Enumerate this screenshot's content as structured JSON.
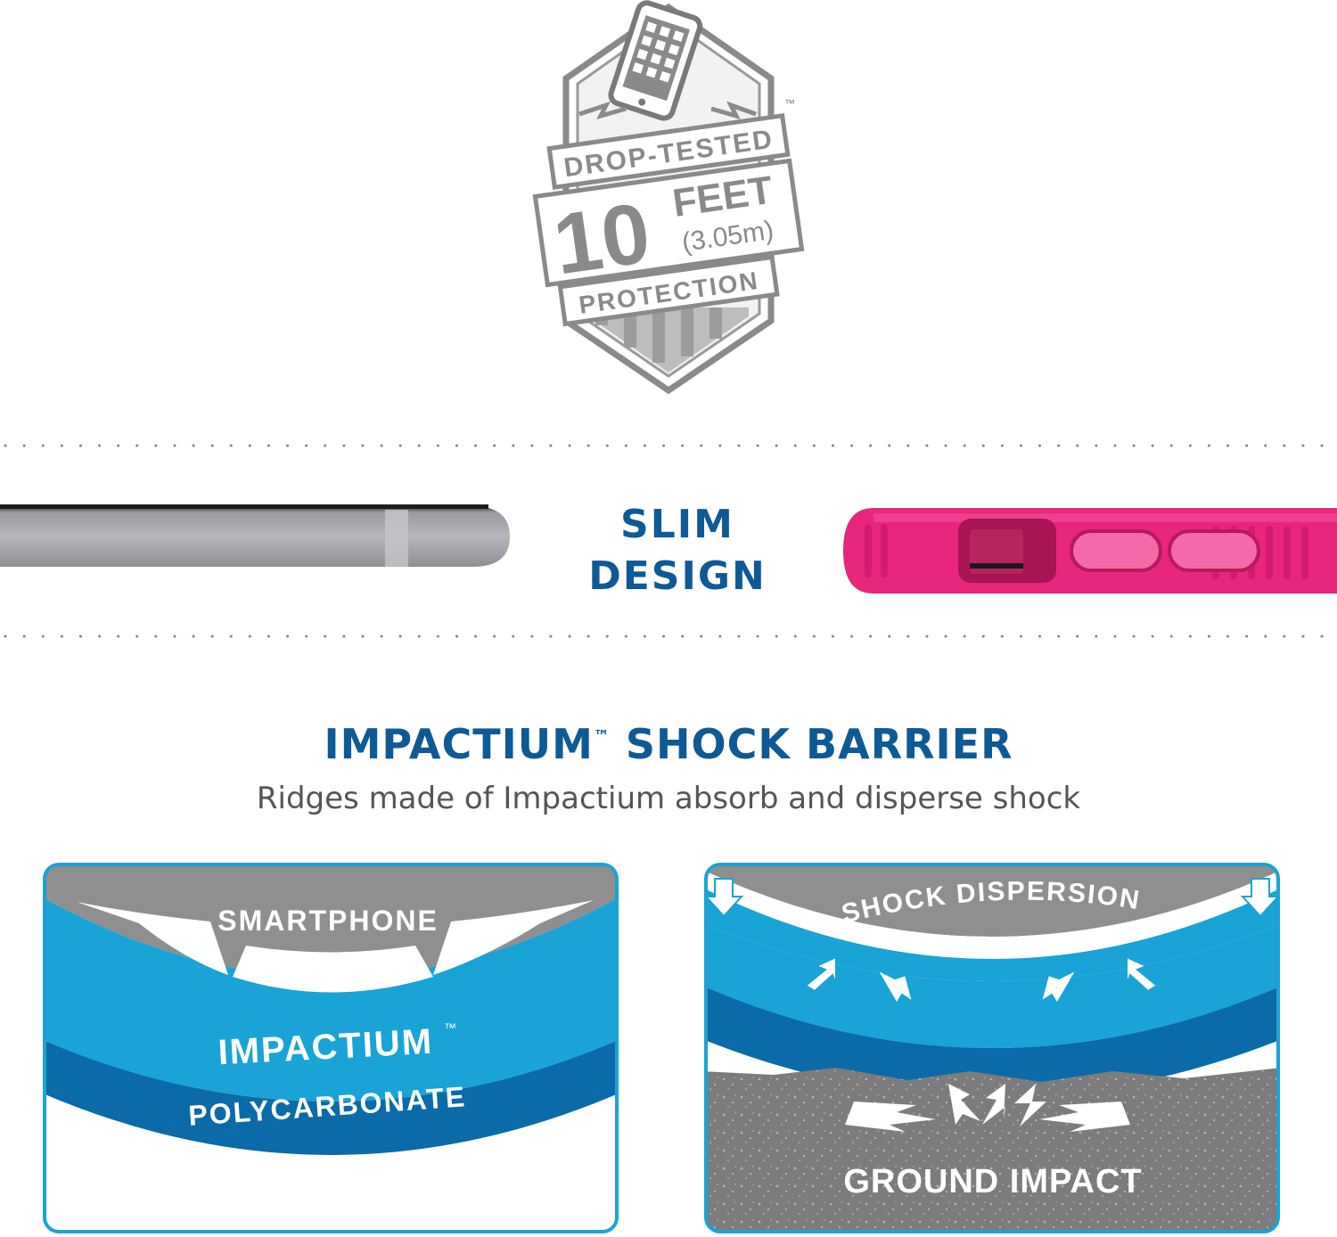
{
  "badge": {
    "line1": "DROP-TESTED",
    "number": "10",
    "unit": "FEET",
    "metric": "(3.05m)",
    "line3": "PROTECTION",
    "tm": "™"
  },
  "slim": {
    "line1": "SLIM",
    "line2": "DESIGN"
  },
  "shock": {
    "title": "IMPACTIUM",
    "tm": "™",
    "title_rest": " SHOCK BARRIER",
    "subtitle": "Ridges made of Impactium absorb and disperse shock"
  },
  "panel_left": {
    "smartphone": "SMARTPHONE",
    "impactium": "IMPACTIUM",
    "tm": "™",
    "polycarbonate": "POLYCARBONATE"
  },
  "panel_right": {
    "dispersion": "SHOCK DISPERSION",
    "ground": "GROUND IMPACT"
  },
  "colors": {
    "navy": "#0d5a96",
    "cyan": "#1aa3d6",
    "deep_blue": "#0b6aa8",
    "gray": "#8f8f8f",
    "pink": "#e8267c"
  }
}
